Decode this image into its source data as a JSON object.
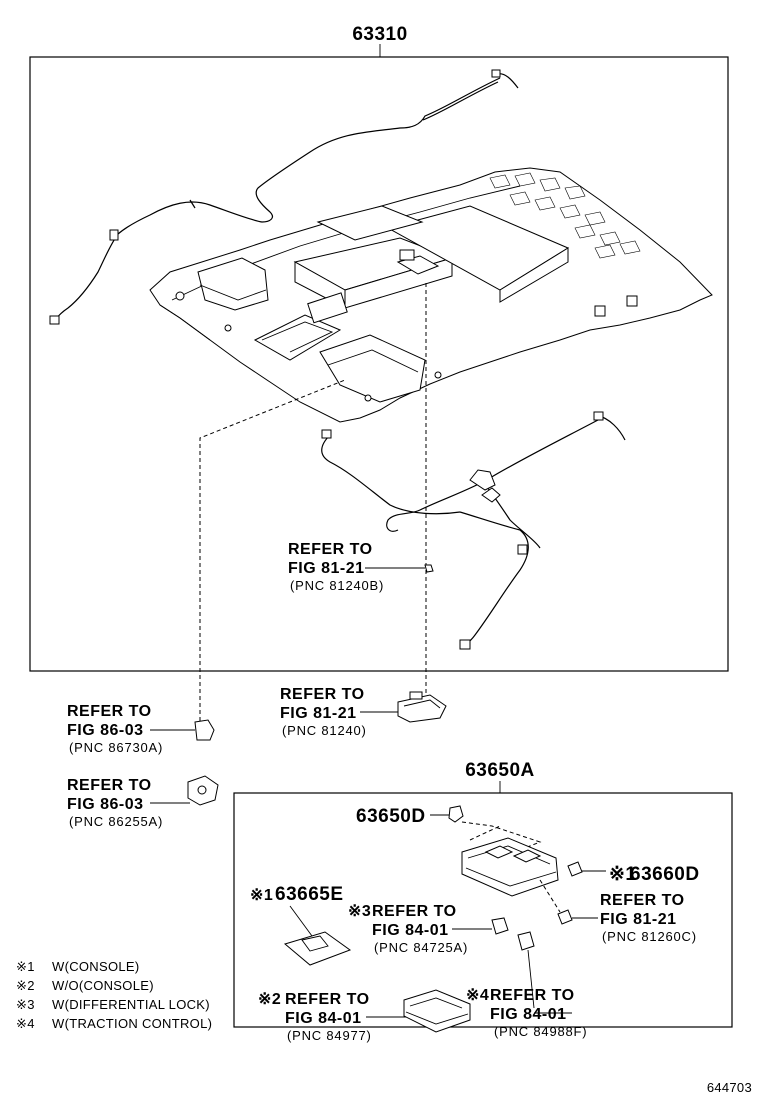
{
  "parts": {
    "headliner": "63310",
    "lamp_assy": "63650A",
    "lens": "63650D",
    "switch_cap": "63660D",
    "bracket": "63665E"
  },
  "refs": {
    "r1": {
      "line1": "REFER TO",
      "line2": "FIG 81-21",
      "pnc": "(PNC 81240B)"
    },
    "r2": {
      "line1": "REFER TO",
      "line2": "FIG 81-21",
      "pnc": "(PNC 81240)"
    },
    "r3": {
      "line1": "REFER TO",
      "line2": "FIG 86-03",
      "pnc": "(PNC 86730A)"
    },
    "r4": {
      "line1": "REFER TO",
      "line2": "FIG 86-03",
      "pnc": "(PNC 86255A)"
    },
    "r5": {
      "line1": "REFER TO",
      "line2": "FIG 81-21",
      "pnc": "(PNC 81260C)"
    },
    "r6": {
      "line1": "REFER TO",
      "line2": "FIG 84-01",
      "pnc": "(PNC 84725A)"
    },
    "r7": {
      "line1": "REFER TO",
      "line2": "FIG 84-01",
      "pnc": "(PNC 84977)"
    },
    "r8": {
      "line1": "REFER TO",
      "line2": "FIG 84-01",
      "pnc": "(PNC 84988F)"
    }
  },
  "marks": {
    "m1": "※1",
    "m2": "※2",
    "m3": "※3",
    "m4": "※4"
  },
  "legend": [
    {
      "mark": "※1",
      "text": "W(CONSOLE)"
    },
    {
      "mark": "※2",
      "text": "W/O(CONSOLE)"
    },
    {
      "mark": "※3",
      "text": "W(DIFFERENTIAL LOCK)"
    },
    {
      "mark": "※4",
      "text": "W(TRACTION CONTROL)"
    }
  ],
  "figure_id": "644703"
}
